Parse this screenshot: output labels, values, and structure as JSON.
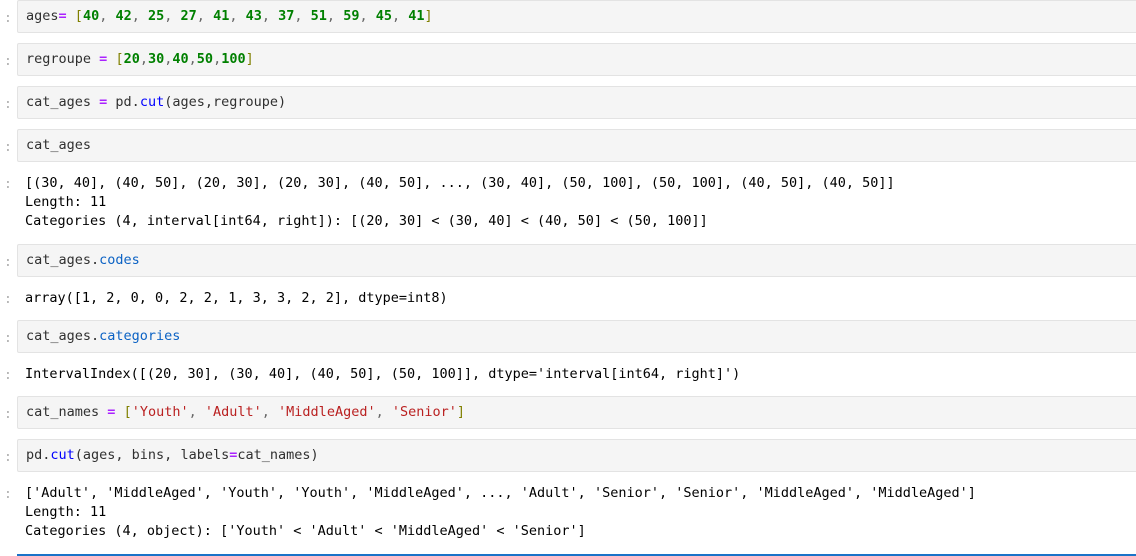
{
  "notebook": {
    "prompt_symbol": ":",
    "colors": {
      "input_background": "#f5f5f5",
      "input_border": "#e3e3e3",
      "prompt_text": "#b0b0b0",
      "selected_cell_border": "#1a73c8",
      "operator": "#aa22ff",
      "number": "#008000",
      "string": "#ba2121",
      "function": "#0000ff",
      "attribute": "#0b62c4",
      "bracket": "#808000",
      "output_text": "#000000"
    },
    "cells": [
      {
        "type": "input",
        "name": "cell-ages-assignment",
        "source": "ages= [40, 42, 25, 27, 41, 43, 37, 51, 59, 45, 41]",
        "tokens": [
          {
            "t": "ages",
            "c": "tok-name"
          },
          {
            "t": "=",
            "c": "tok-op"
          },
          {
            "t": " ",
            "c": "tok-name"
          },
          {
            "t": "[",
            "c": "tok-bracket"
          },
          {
            "t": "40",
            "c": "tok-num"
          },
          {
            "t": ", ",
            "c": "tok-punct"
          },
          {
            "t": "42",
            "c": "tok-num"
          },
          {
            "t": ", ",
            "c": "tok-punct"
          },
          {
            "t": "25",
            "c": "tok-num"
          },
          {
            "t": ", ",
            "c": "tok-punct"
          },
          {
            "t": "27",
            "c": "tok-num"
          },
          {
            "t": ", ",
            "c": "tok-punct"
          },
          {
            "t": "41",
            "c": "tok-num"
          },
          {
            "t": ", ",
            "c": "tok-punct"
          },
          {
            "t": "43",
            "c": "tok-num"
          },
          {
            "t": ", ",
            "c": "tok-punct"
          },
          {
            "t": "37",
            "c": "tok-num"
          },
          {
            "t": ", ",
            "c": "tok-punct"
          },
          {
            "t": "51",
            "c": "tok-num"
          },
          {
            "t": ", ",
            "c": "tok-punct"
          },
          {
            "t": "59",
            "c": "tok-num"
          },
          {
            "t": ", ",
            "c": "tok-punct"
          },
          {
            "t": "45",
            "c": "tok-num"
          },
          {
            "t": ", ",
            "c": "tok-punct"
          },
          {
            "t": "41",
            "c": "tok-num"
          },
          {
            "t": "]",
            "c": "tok-bracket"
          }
        ]
      },
      {
        "type": "input",
        "name": "cell-regroupe-assignment",
        "source": "regroupe = [20,30,40,50,100]",
        "tokens": [
          {
            "t": "regroupe ",
            "c": "tok-name"
          },
          {
            "t": "=",
            "c": "tok-op"
          },
          {
            "t": " ",
            "c": "tok-name"
          },
          {
            "t": "[",
            "c": "tok-bracket"
          },
          {
            "t": "20",
            "c": "tok-num"
          },
          {
            "t": ",",
            "c": "tok-punct"
          },
          {
            "t": "30",
            "c": "tok-num"
          },
          {
            "t": ",",
            "c": "tok-punct"
          },
          {
            "t": "40",
            "c": "tok-num"
          },
          {
            "t": ",",
            "c": "tok-punct"
          },
          {
            "t": "50",
            "c": "tok-num"
          },
          {
            "t": ",",
            "c": "tok-punct"
          },
          {
            "t": "100",
            "c": "tok-num"
          },
          {
            "t": "]",
            "c": "tok-bracket"
          }
        ]
      },
      {
        "type": "input",
        "name": "cell-cat-ages-cut",
        "source": "cat_ages = pd.cut(ages,regroupe)",
        "tokens": [
          {
            "t": "cat_ages ",
            "c": "tok-name"
          },
          {
            "t": "=",
            "c": "tok-op"
          },
          {
            "t": " pd.",
            "c": "tok-name"
          },
          {
            "t": "cut",
            "c": "tok-fn"
          },
          {
            "t": "(ages,regroupe)",
            "c": "tok-name"
          }
        ]
      },
      {
        "type": "input",
        "name": "cell-cat-ages-display",
        "source": "cat_ages",
        "tokens": [
          {
            "t": "cat_ages",
            "c": "tok-name"
          }
        ]
      },
      {
        "type": "output",
        "name": "output-cat-ages",
        "lines": [
          "[(30, 40], (40, 50], (20, 30], (20, 30], (40, 50], ..., (30, 40], (50, 100], (50, 100], (40, 50], (40, 50]]",
          "Length: 11",
          "Categories (4, interval[int64, right]): [(20, 30] < (30, 40] < (40, 50] < (50, 100]]"
        ]
      },
      {
        "type": "input",
        "name": "cell-cat-ages-codes",
        "source": "cat_ages.codes",
        "tokens": [
          {
            "t": "cat_ages.",
            "c": "tok-name"
          },
          {
            "t": "codes",
            "c": "tok-attr"
          }
        ]
      },
      {
        "type": "output",
        "name": "output-cat-ages-codes",
        "lines": [
          "array([1, 2, 0, 0, 2, 2, 1, 3, 3, 2, 2], dtype=int8)"
        ]
      },
      {
        "type": "input",
        "name": "cell-cat-ages-categories",
        "source": "cat_ages.categories",
        "tokens": [
          {
            "t": "cat_ages.",
            "c": "tok-name"
          },
          {
            "t": "categories",
            "c": "tok-attr"
          }
        ]
      },
      {
        "type": "output",
        "name": "output-cat-ages-categories",
        "lines": [
          "IntervalIndex([(20, 30], (30, 40], (40, 50], (50, 100]], dtype='interval[int64, right]')"
        ]
      },
      {
        "type": "input",
        "name": "cell-cat-names-assignment",
        "source": "cat_names = ['Youth', 'Adult', 'MiddleAged', 'Senior']",
        "tokens": [
          {
            "t": "cat_names ",
            "c": "tok-name"
          },
          {
            "t": "=",
            "c": "tok-op"
          },
          {
            "t": " ",
            "c": "tok-name"
          },
          {
            "t": "[",
            "c": "tok-bracket"
          },
          {
            "t": "'Youth'",
            "c": "tok-str"
          },
          {
            "t": ", ",
            "c": "tok-punct"
          },
          {
            "t": "'Adult'",
            "c": "tok-str"
          },
          {
            "t": ", ",
            "c": "tok-punct"
          },
          {
            "t": "'MiddleAged'",
            "c": "tok-str"
          },
          {
            "t": ", ",
            "c": "tok-punct"
          },
          {
            "t": "'Senior'",
            "c": "tok-str"
          },
          {
            "t": "]",
            "c": "tok-bracket"
          }
        ]
      },
      {
        "type": "input",
        "name": "cell-pd-cut-labels",
        "source": "pd.cut(ages, bins, labels=cat_names)",
        "tokens": [
          {
            "t": "pd.",
            "c": "tok-name"
          },
          {
            "t": "cut",
            "c": "tok-fn"
          },
          {
            "t": "(ages, bins, labels",
            "c": "tok-name"
          },
          {
            "t": "=",
            "c": "tok-op"
          },
          {
            "t": "cat_names)",
            "c": "tok-name"
          }
        ]
      },
      {
        "type": "output",
        "name": "output-pd-cut-labels",
        "lines": [
          "['Adult', 'MiddleAged', 'Youth', 'Youth', 'MiddleAged', ..., 'Adult', 'Senior', 'Senior', 'MiddleAged', 'MiddleAged']",
          "Length: 11",
          "Categories (4, object): ['Youth' < 'Adult' < 'MiddleAged' < 'Senior']"
        ]
      },
      {
        "type": "selected",
        "name": "cell-selected-empty"
      }
    ]
  }
}
